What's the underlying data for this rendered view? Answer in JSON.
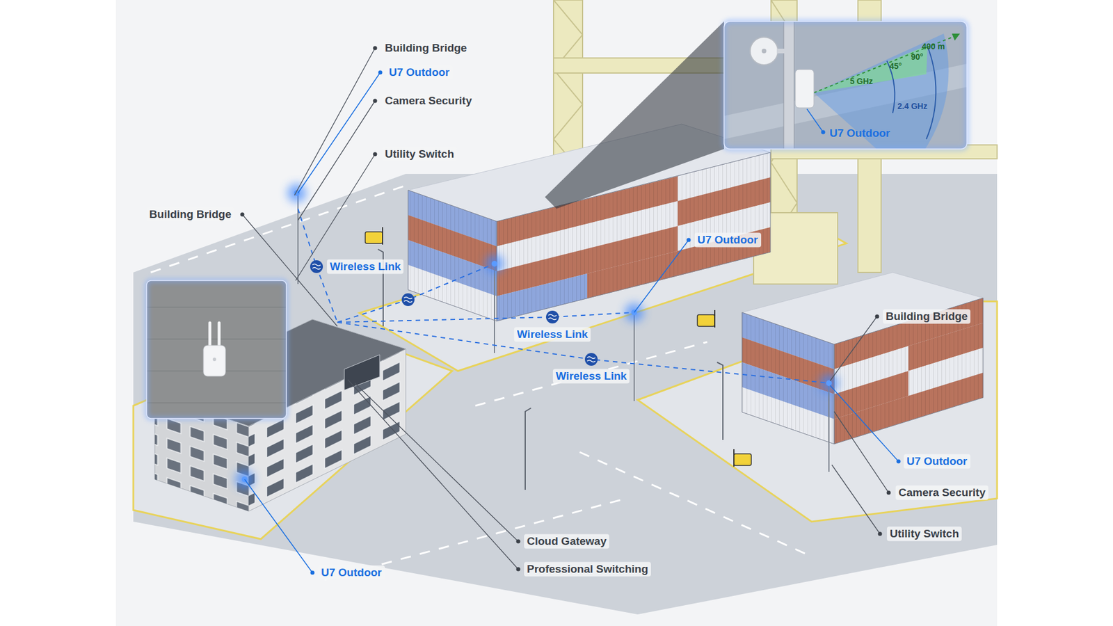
{
  "diagram": {
    "labels": [
      "Building Bridge",
      "U7 Outdoor",
      "Camera Security",
      "Utility Switch",
      "Building Bridge",
      "400 m",
      "90°",
      "45°",
      "5 GHz",
      "2.4 GHz",
      "U7 Outdoor",
      "U7 Outdoor",
      "Wireless Link",
      "Wireless Link",
      "Wireless Link",
      "Building Bridge",
      "U7 Outdoor",
      "Camera Security",
      "Utility Switch",
      "Cloud Gateway",
      "Professional Switching",
      "U7 Outdoor"
    ]
  }
}
